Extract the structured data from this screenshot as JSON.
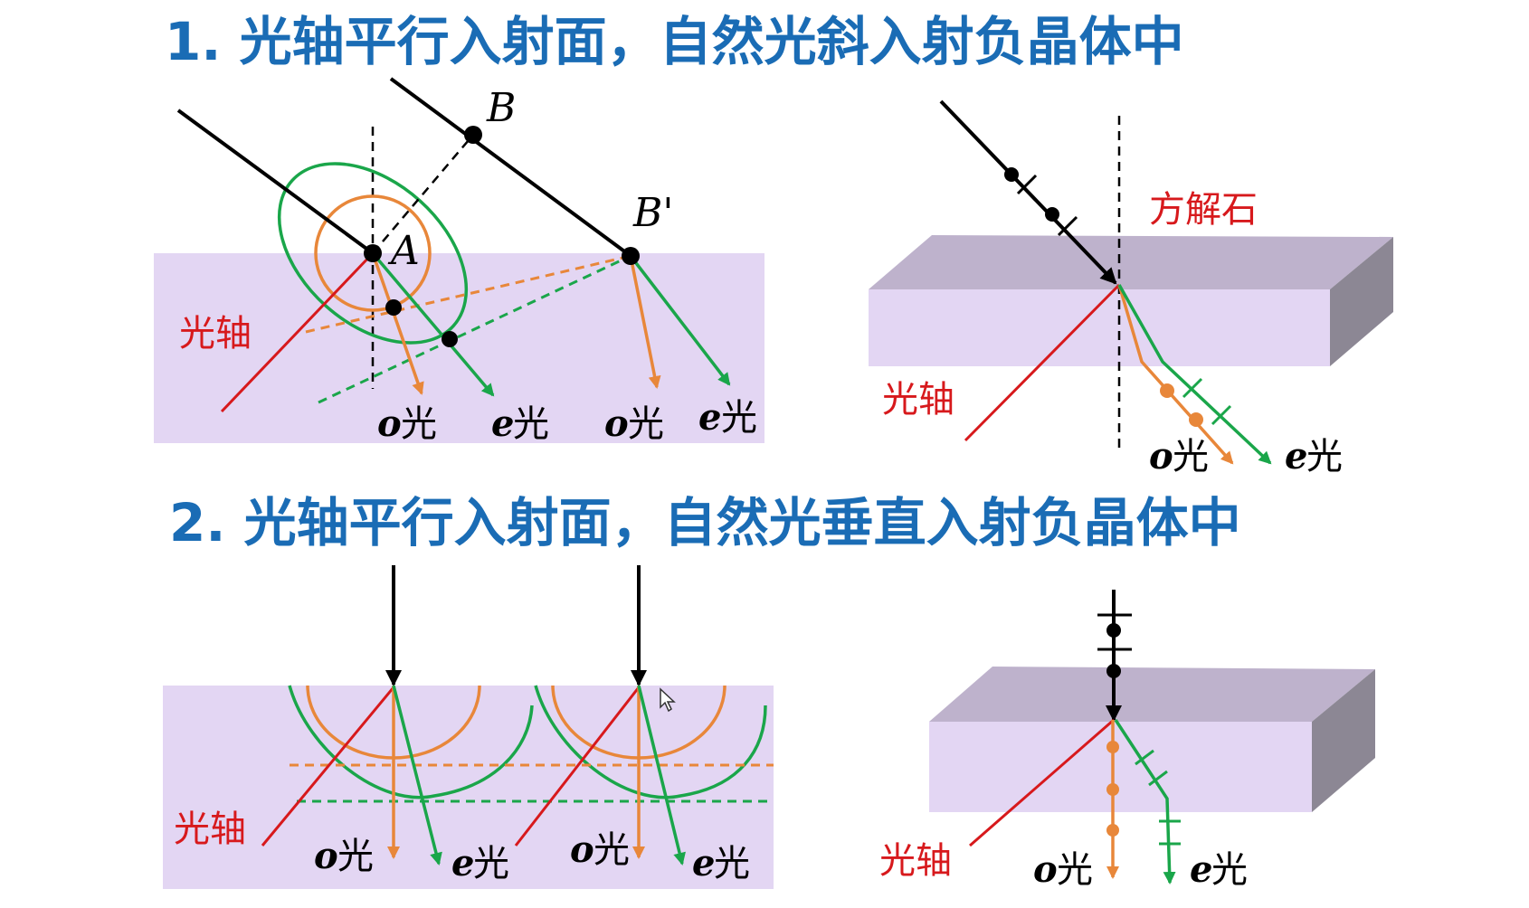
{
  "title1": "1. 光轴平行入射面，自然光斜入射负晶体中",
  "title2": "2. 光轴平行入射面，自然光垂直入射负晶体中",
  "labels": {
    "optic_axis": "光轴",
    "calcite": "方解石",
    "o_letter": "o",
    "e_letter": "e",
    "light": "光",
    "point_a": "A",
    "point_b": "B",
    "point_b_prime": "B'"
  },
  "colors": {
    "title": "#1a6cb5",
    "axis_red": "#d7191c",
    "o_orange": "#e8873a",
    "e_green": "#1aa64a",
    "crystal": "#e3d6f3",
    "crystal_top": "#beb2cc",
    "crystal_side": "#8c8794",
    "ray_black": "#000000"
  },
  "icons": {
    "cursor": "pointer-cursor-icon"
  }
}
